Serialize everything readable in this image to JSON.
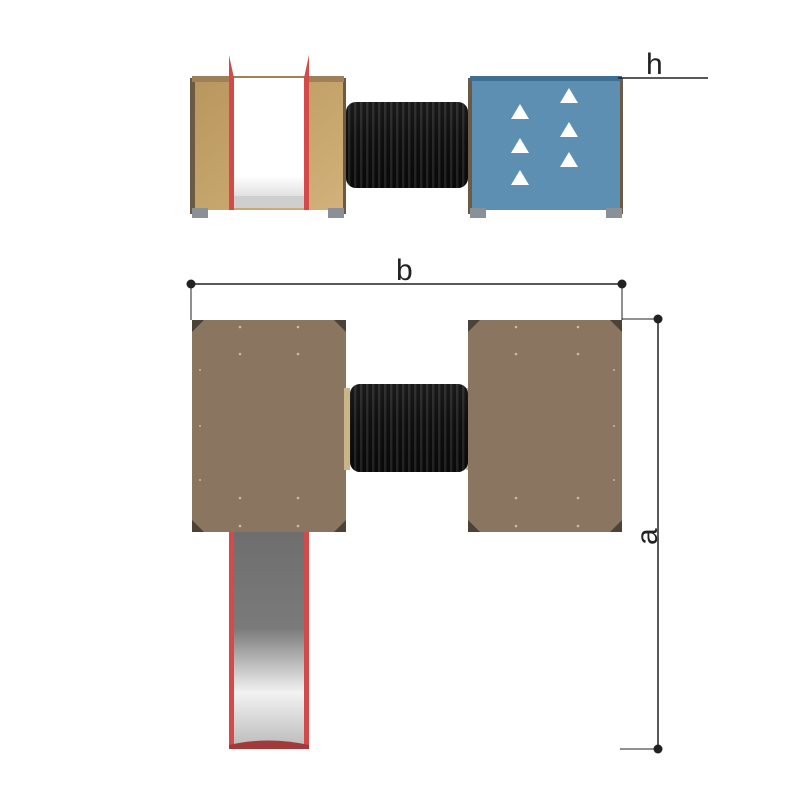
{
  "dimensions": {
    "height_label": "h",
    "width_label": "b",
    "depth_label": "a"
  },
  "colors": {
    "deck_wood": "#8a7660",
    "side_panel_wood": "#c4a56f",
    "blue_panel": "#5d8fb3",
    "tunnel_black": "#151515",
    "slide_steel": "#8a8a8a",
    "slide_rail_red": "#d44a4a",
    "dimension_line": "#222222"
  },
  "icons": {
    "climbing_holds": "triangle-hold-icon",
    "dimension_endpoint": "dot-icon"
  }
}
